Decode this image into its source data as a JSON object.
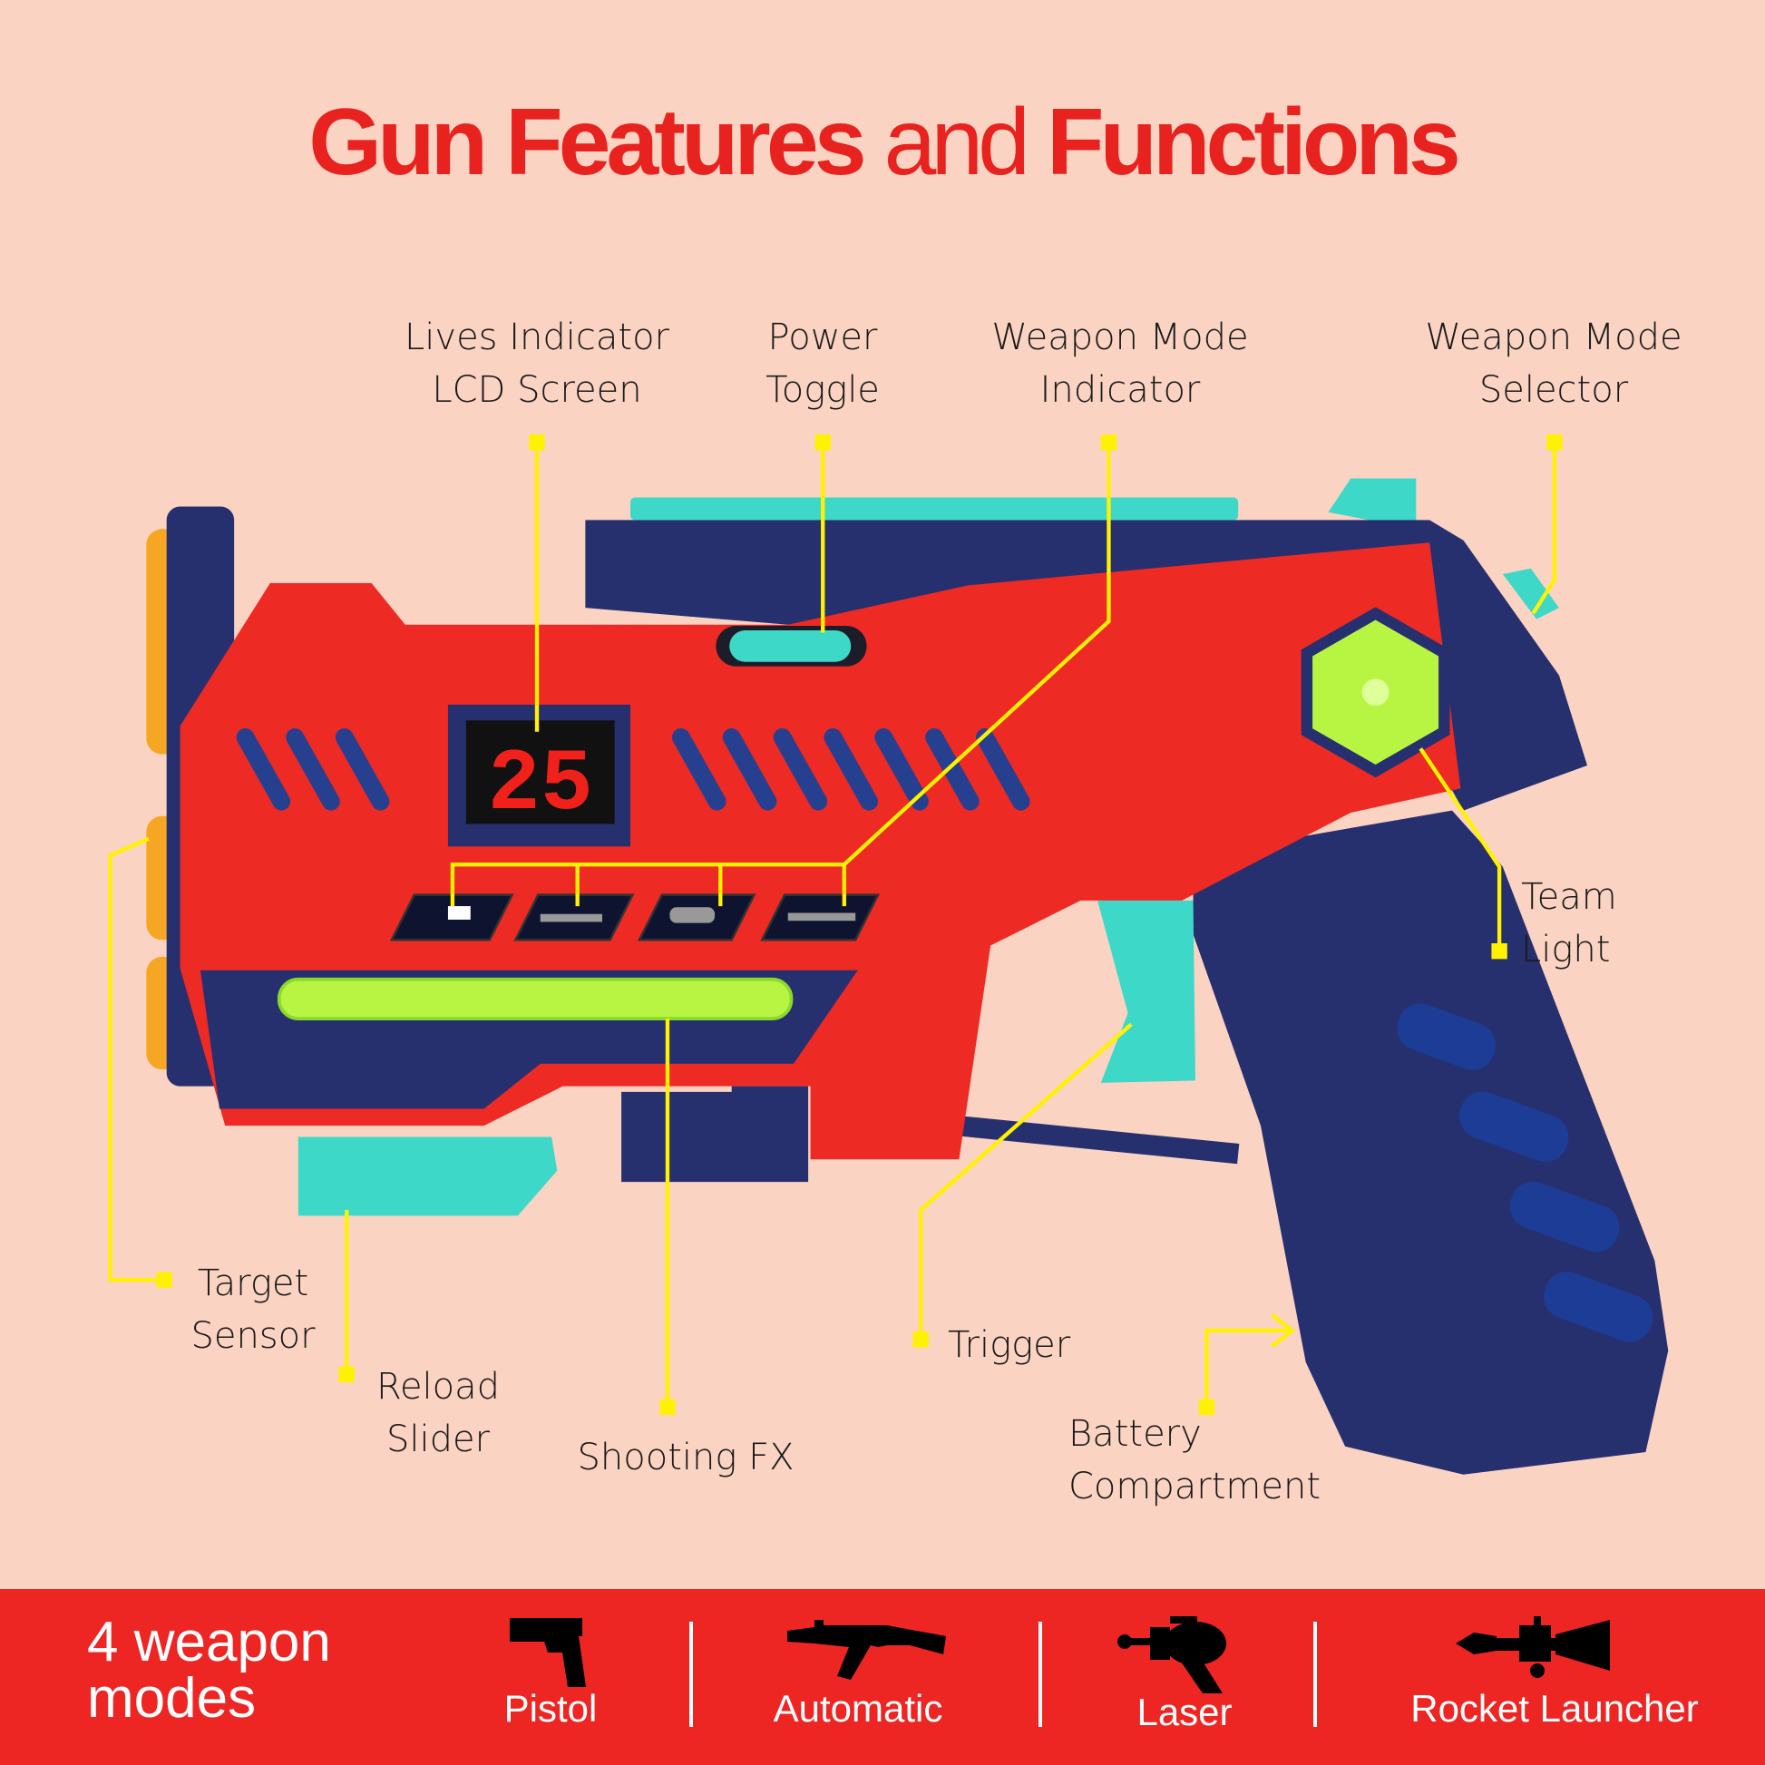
{
  "title": {
    "part1": "Gun Features",
    "part2": "and",
    "part3": "Functions"
  },
  "lcd_value": "25",
  "labels": {
    "lives_indicator": [
      "Lives Indicator",
      "LCD Screen"
    ],
    "power_toggle": [
      "Power",
      "Toggle"
    ],
    "weapon_mode_indicator": [
      "Weapon Mode",
      "Indicator"
    ],
    "weapon_mode_selector": [
      "Weapon Mode",
      "Selector"
    ],
    "team_light": [
      "Team",
      "Light"
    ],
    "target_sensor": [
      "Target",
      "Sensor"
    ],
    "reload_slider": [
      "Reload",
      "Slider"
    ],
    "shooting_fx": "Shooting FX",
    "trigger": "Trigger",
    "battery_compartment": [
      "Battery",
      "Compartment"
    ]
  },
  "footer": {
    "heading": [
      "4 weapon",
      "modes"
    ],
    "modes": [
      {
        "label": "Pistol",
        "icon": "pistol-icon"
      },
      {
        "label": "Automatic",
        "icon": "rifle-icon"
      },
      {
        "label": "Laser",
        "icon": "laser-gun-icon"
      },
      {
        "label": "Rocket Launcher",
        "icon": "rocket-launcher-icon"
      }
    ]
  },
  "colors": {
    "background": "#FBD3C2",
    "accent_red": "#E8221F",
    "footer_red": "#ED2624",
    "leader_yellow": "#FFF200",
    "gun_navy": "#26306F",
    "gun_red": "#EE2A24",
    "teal": "#3ED8C8",
    "glow_green": "#B8F542"
  }
}
